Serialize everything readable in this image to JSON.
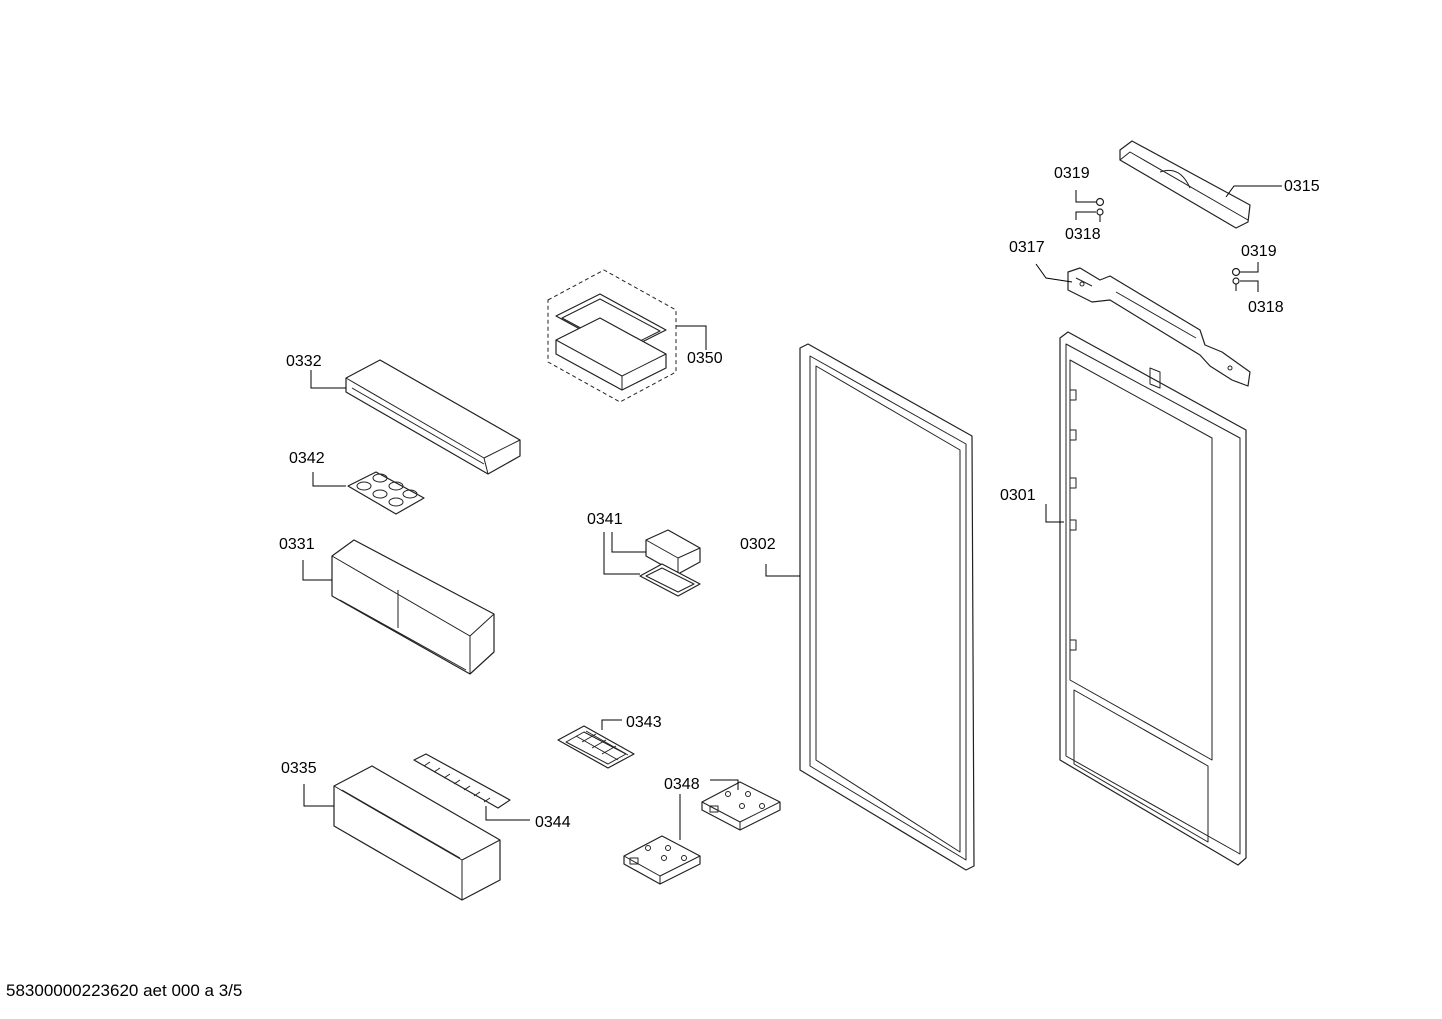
{
  "labels": {
    "p0301": "0301",
    "p0302": "0302",
    "p0315": "0315",
    "p0317": "0317",
    "p0318a": "0318",
    "p0318b": "0318",
    "p0319a": "0319",
    "p0319b": "0319",
    "p0331": "0331",
    "p0332": "0332",
    "p0335": "0335",
    "p0341": "0341",
    "p0342": "0342",
    "p0343": "0343",
    "p0344": "0344",
    "p0348": "0348",
    "p0350": "0350"
  },
  "footer": "58300000223620 aet 000 a 3/5"
}
